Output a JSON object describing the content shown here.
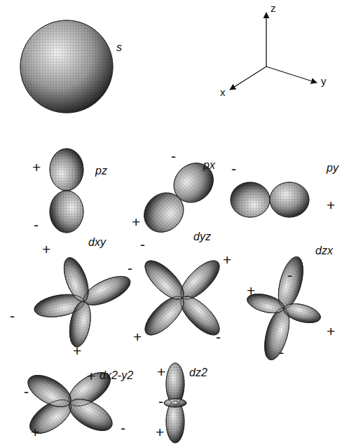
{
  "diagram": {
    "labels": [
      "s",
      "z",
      "x",
      "y",
      "+",
      "-",
      "pz",
      "-",
      "+",
      "px",
      "-",
      "py",
      "+",
      "+",
      "-",
      "-",
      "+",
      "dxy",
      "-",
      "dyz",
      "+",
      "+",
      "-",
      "-",
      "dzx",
      "+",
      "+",
      "-",
      "+",
      "dx2-y2",
      "-",
      "-",
      "+",
      "+",
      "dz2",
      "-",
      "+"
    ]
  }
}
